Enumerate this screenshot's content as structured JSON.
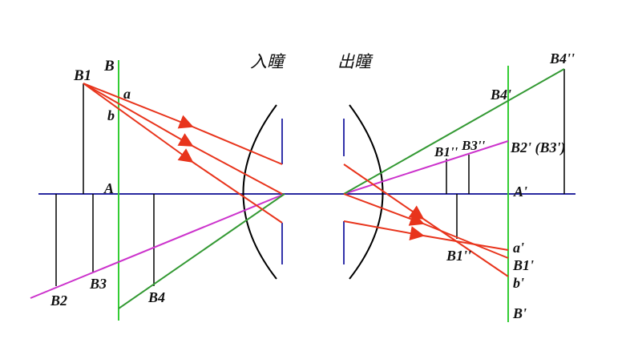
{
  "headings": {
    "entrance_pupil": "入瞳",
    "exit_pupil": "出瞳"
  },
  "labels": {
    "B1": "B1",
    "B": "B",
    "a": "a",
    "b": "b",
    "A": "A",
    "B2": "B2",
    "B3": "B3",
    "B4": "B4",
    "B4pp": "B4''",
    "B4p": "B4'",
    "B1pp": "B1''",
    "B3pp": "B3''",
    "B2p_B3p": "B2' (B3')",
    "Aprime": "A'",
    "B1pp_low": "B1''",
    "aprime": "a'",
    "B1p": "B1'",
    "bprime": "b'",
    "Bprime": "B'"
  },
  "colors": {
    "axis": "#2a2aa0",
    "image_plane": "#33cc33",
    "ray_red": "#e8341c",
    "ray_magenta": "#cc33cc",
    "ray_green": "#339933",
    "object": "#000000",
    "lens": "#000000",
    "stop": "#3333aa"
  }
}
